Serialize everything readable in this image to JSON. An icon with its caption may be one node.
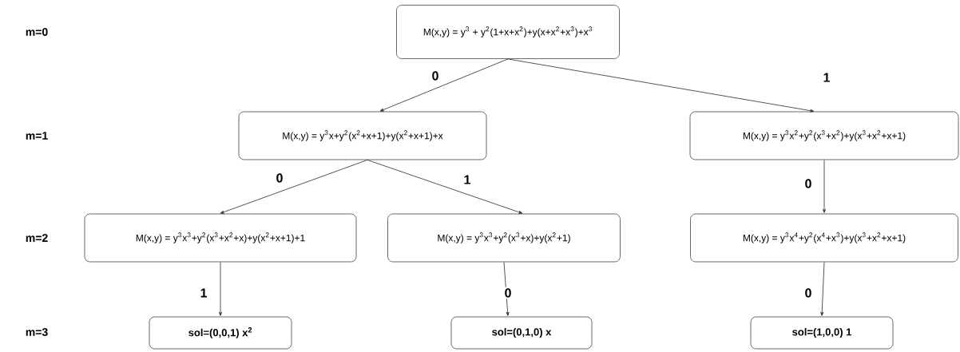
{
  "diagram": {
    "nodes": [
      {
        "text": [
          "M(x,y) = y$^{3}$ + y$^{2}$(1+x+x$^{2}$)+y(x+x$^{2}$+x$^{3}$)+x$^{3}$"
        ]
      },
      {
        "text": [
          "M(x,y) = y$^{3}$x+y$^{2}$(x$^{2}$+x+1)+y(x$^{2}$+x+1)+x"
        ]
      },
      {
        "text": [
          "M(x,y) = y$^{3}$x$^{2}$+y$^{2}$(x$^{3}$+x$^{2}$)+y(x$^{3}$+x$^{2}$+x+1)"
        ]
      },
      {
        "text": [
          "M(x,y) = y$^{3}$x$^{3}$+y$^{2}$(x$^{3}$+x$^{2}$+x)+y(x$^{2}$+x+1)+1"
        ]
      },
      {
        "text": [
          "M(x,y) = y$^{3}$x$^{3}$+y$^{2}$(x$^{3}$+x)+y(x$^{2}$+1)"
        ]
      },
      {
        "text": [
          "M(x,y) = y$^{3}$x$^{4}$+y$^{2}$(x$^{4}$+x$^{3}$)+y(x$^{3}$+x$^{2}$+x+1)"
        ]
      },
      {
        "text": [
          "sol=(0,0,1) x$^{2}$"
        ]
      },
      {
        "text": [
          "sol=(0,1,0) x"
        ]
      },
      {
        "text": [
          "sol=(1,0,0) 1"
        ]
      }
    ],
    "edges": [
      {
        "from": 0,
        "to": 1,
        "arrow": "to",
        "label": "0"
      },
      {
        "from": 0,
        "to": 2,
        "arrow": "to",
        "label": "1"
      },
      {
        "from": 1,
        "to": 3,
        "arrow": "to",
        "label": "0"
      },
      {
        "from": 1,
        "to": 4,
        "arrow": "to",
        "label": "1"
      },
      {
        "from": 2,
        "to": 5,
        "arrow": "to",
        "label": "0"
      },
      {
        "from": 3,
        "to": 6,
        "arrow": "to",
        "label": "1"
      },
      {
        "from": 4,
        "to": 7,
        "arrow": "to",
        "label": "0"
      },
      {
        "from": 5,
        "to": 8,
        "arrow": "to",
        "label": "0"
      }
    ],
    "labels": [
      "m=0",
      "m=1",
      "m=2",
      "m=3"
    ]
  }
}
